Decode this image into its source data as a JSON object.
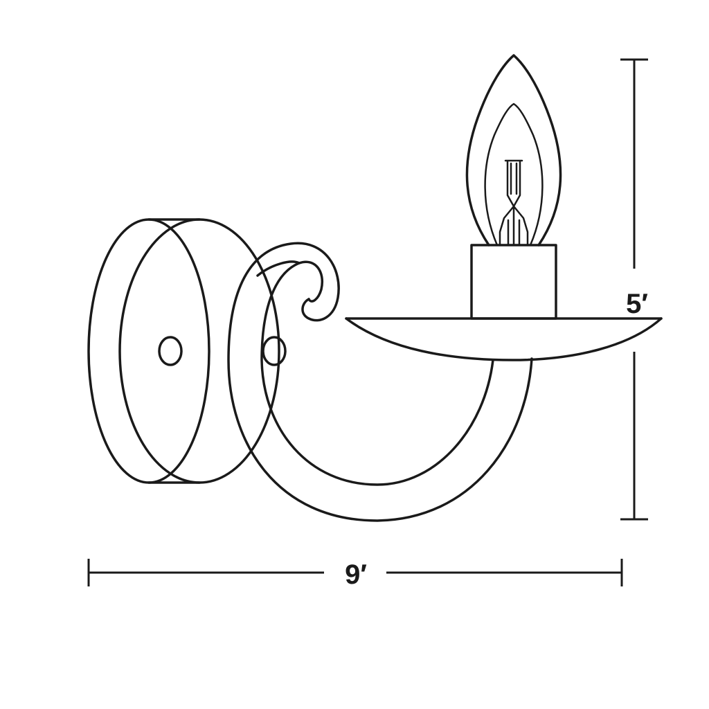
{
  "dimensions": {
    "width_label": "9′",
    "height_label": "5′"
  },
  "fixture": {
    "parts": [
      "wall-plate",
      "scroll-arm",
      "drip-cup",
      "candle-socket",
      "bulb"
    ]
  }
}
